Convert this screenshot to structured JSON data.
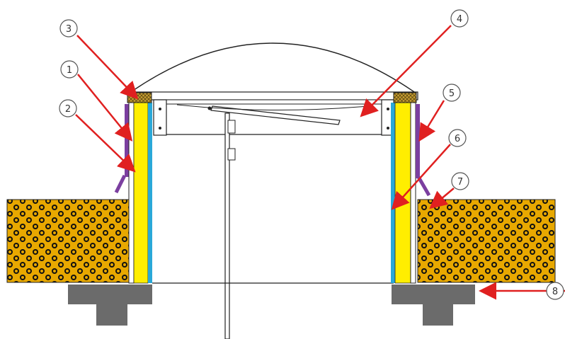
{
  "diagram": {
    "callouts": [
      {
        "id": "1",
        "label": "1"
      },
      {
        "id": "2",
        "label": "2"
      },
      {
        "id": "3",
        "label": "3"
      },
      {
        "id": "4",
        "label": "4"
      },
      {
        "id": "5",
        "label": "5"
      },
      {
        "id": "6",
        "label": "6"
      },
      {
        "id": "7",
        "label": "7"
      },
      {
        "id": "8",
        "label": "8"
      }
    ],
    "colors": {
      "insulation_fill": "#e8a800",
      "insulation_dots": "#111111",
      "upstand_core": "#ffee00",
      "membrane": "#7b3fa0",
      "inner_lining": "#2aa8d8",
      "seal_strip": "#c8a032",
      "concrete": "#6b6b6b",
      "arrow": "#e02020",
      "outline": "#222222"
    }
  }
}
